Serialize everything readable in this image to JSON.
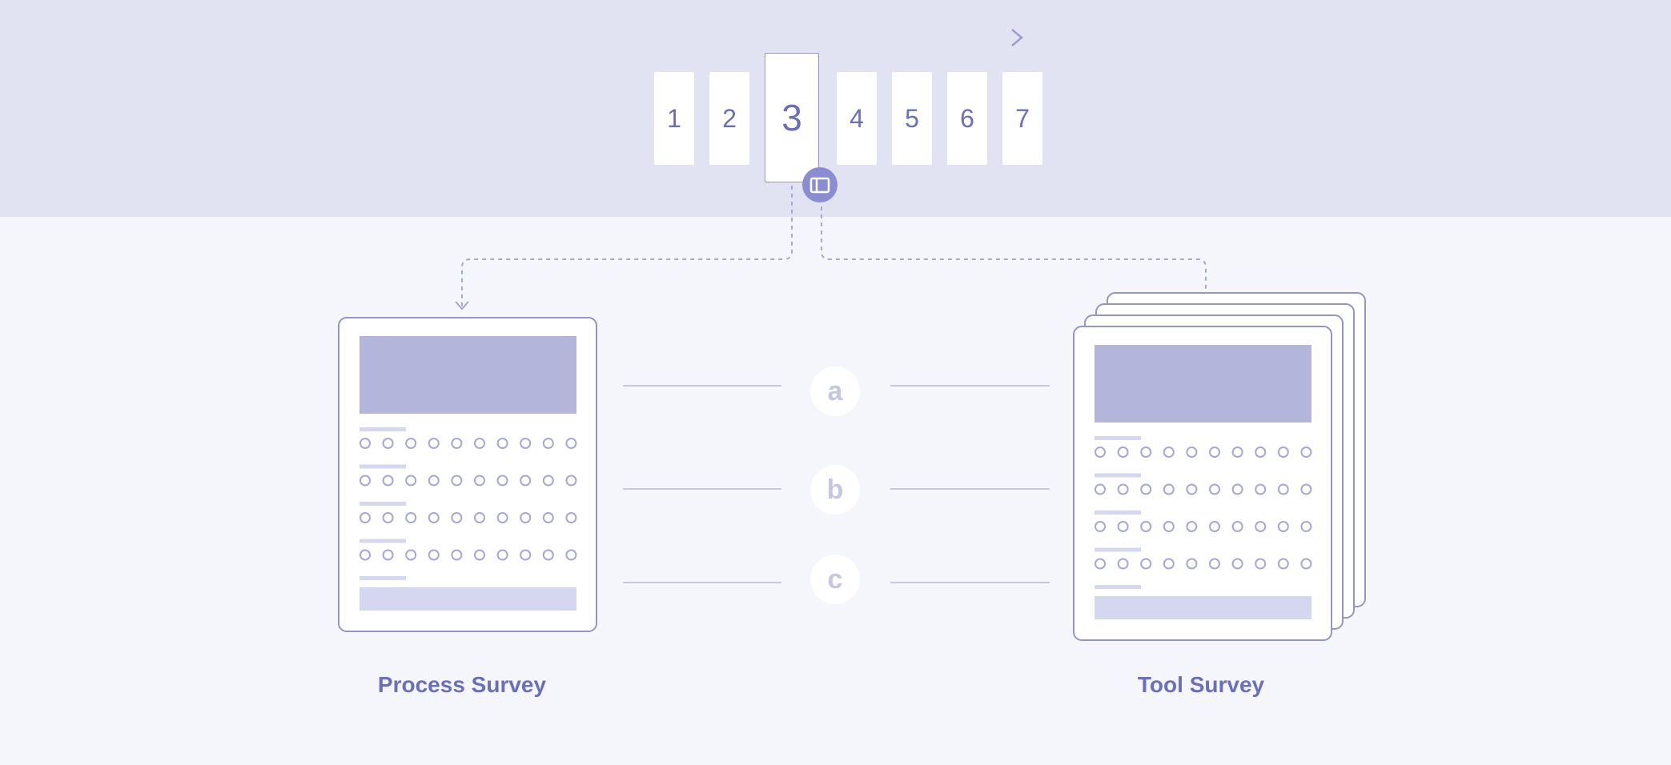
{
  "timeline": {
    "stages": [
      "1",
      "2",
      "3",
      "4",
      "5",
      "6",
      "7"
    ],
    "active_stage": "3"
  },
  "criteria": [
    "a",
    "b",
    "c"
  ],
  "surveys": {
    "process": {
      "title": "Process Survey"
    },
    "tool": {
      "title": "Tool Survey"
    }
  },
  "colors": {
    "band": "#e2e3f2",
    "background": "#f5f6fc",
    "accent": "#6b6fb8",
    "outline": "#9295c6",
    "block": "#b3b5da",
    "light_block": "#d5d7f1"
  },
  "icons": {
    "stage_marker": "panel-icon"
  }
}
